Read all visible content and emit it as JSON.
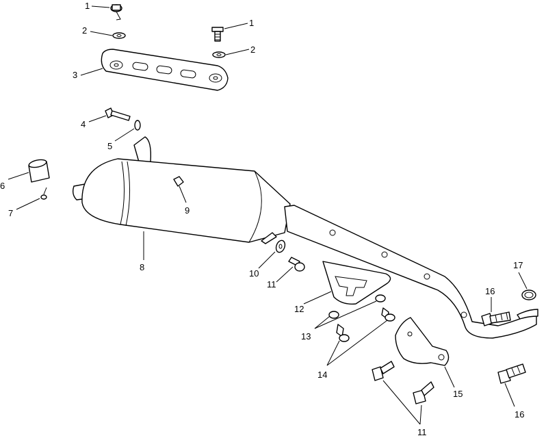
{
  "callouts": {
    "c1a": "1",
    "c1b": "1",
    "c2a": "2",
    "c2b": "2",
    "c3": "3",
    "c4": "4",
    "c5": "5",
    "c6": "6",
    "c7": "7",
    "c8": "8",
    "c9": "9",
    "c10": "10",
    "c11a": "11",
    "c11b": "11",
    "c12": "12",
    "c13": "13",
    "c14": "14",
    "c15": "15",
    "c16a": "16",
    "c16b": "16",
    "c17": "17"
  },
  "colors": {
    "line": "#000000",
    "background": "#ffffff"
  }
}
